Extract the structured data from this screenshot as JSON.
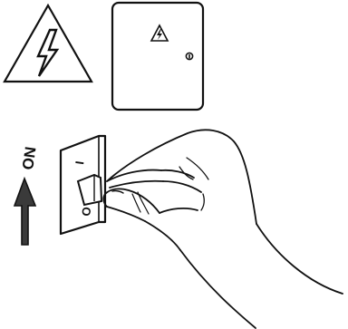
{
  "colors": {
    "ink": "#111111",
    "background": "#ffffff",
    "arrow_fill": "#3a3a3a"
  },
  "icons": {
    "warning": "high-voltage-triangle-icon",
    "panel_badge": "high-voltage-badge-icon",
    "lock": "keyhole-lock-icon"
  },
  "switch": {
    "on_symbol": "I",
    "off_symbol": "O"
  },
  "arrow": {
    "label": "ON"
  }
}
